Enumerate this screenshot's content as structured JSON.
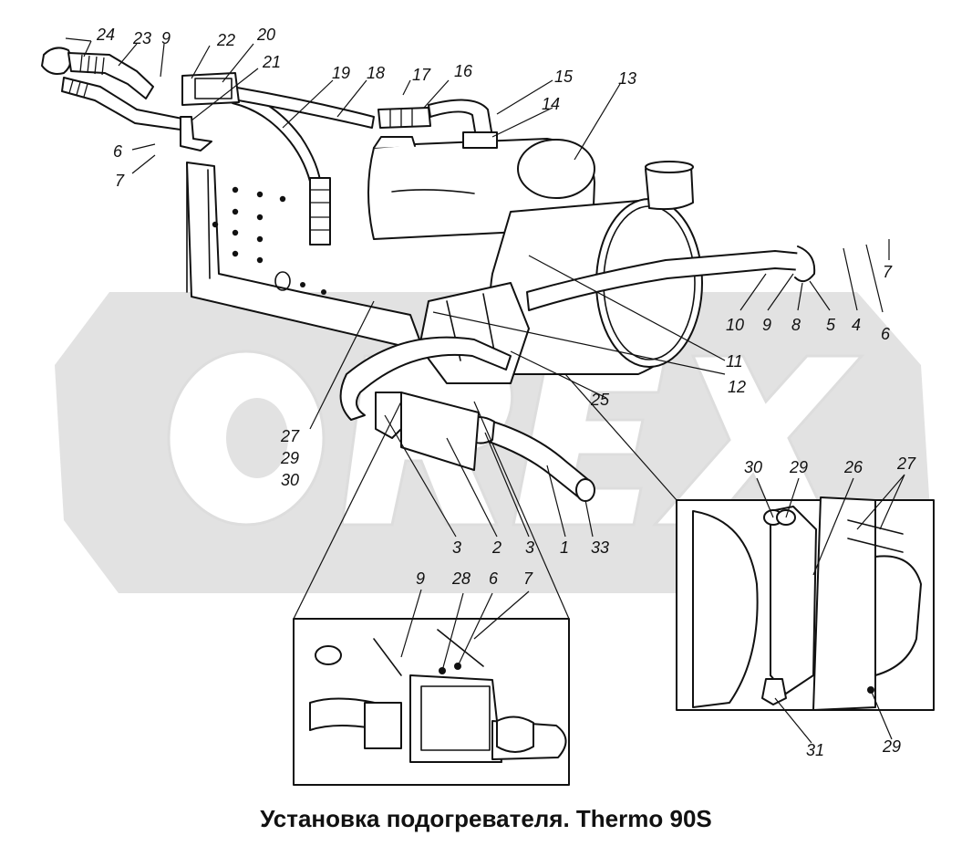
{
  "caption": "Установка подогревателя. Thermo 90S",
  "watermark": "OREX",
  "colors": {
    "line": "#111111",
    "watermark": "#e2e2e2",
    "background": "#ffffff"
  },
  "callouts": [
    "24",
    "23",
    "9",
    "22",
    "20",
    "21",
    "19",
    "18",
    "17",
    "16",
    "15",
    "14",
    "13",
    "6",
    "7",
    "4",
    "6",
    "7",
    "10",
    "9",
    "8",
    "5",
    "11",
    "12",
    "25",
    "27",
    "29",
    "30",
    "3",
    "2",
    "3",
    "1",
    "33",
    "30",
    "29",
    "26",
    "27",
    "9",
    "28",
    "6",
    "7",
    "31",
    "29"
  ]
}
